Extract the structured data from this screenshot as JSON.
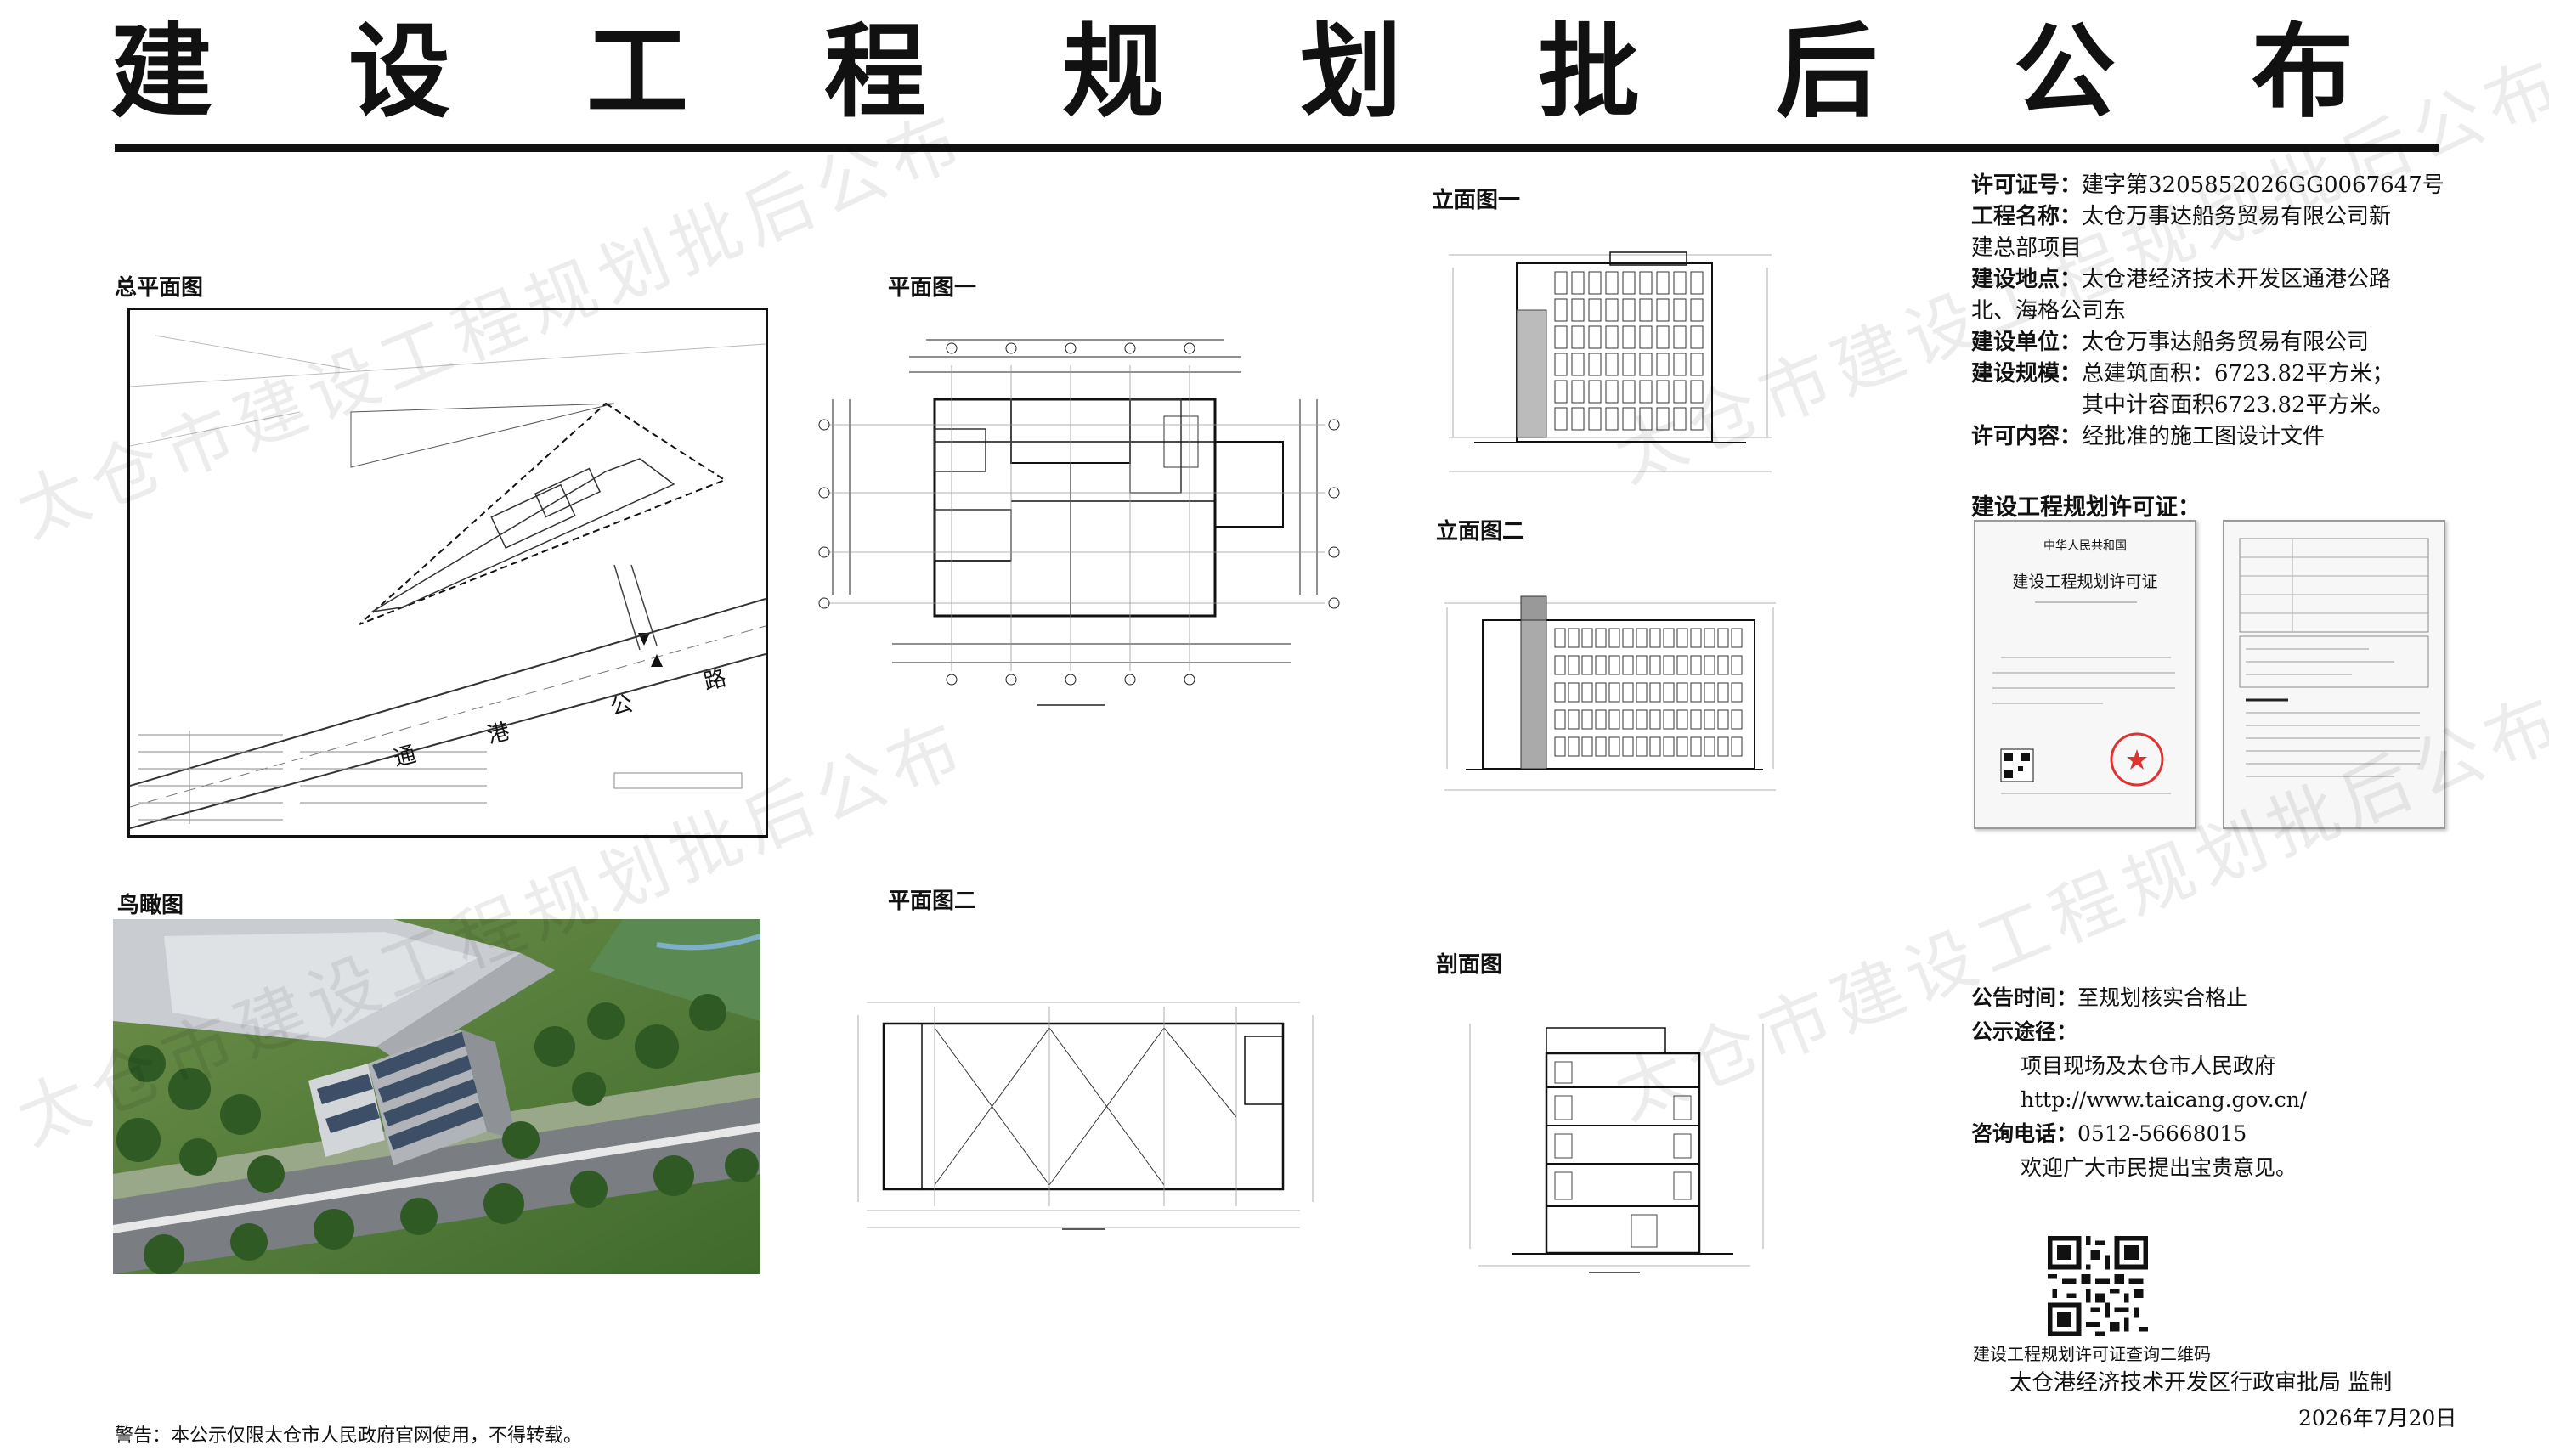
{
  "title_chars": [
    "建",
    "设",
    "工",
    "程",
    "规",
    "划",
    "批",
    "后",
    "公",
    "布"
  ],
  "sections": {
    "site_plan": "总平面图",
    "floor_plan_1": "平面图一",
    "elevation_1": "立面图一",
    "elevation_2": "立面图二",
    "aerial": "鸟瞰图",
    "floor_plan_2": "平面图二",
    "section": "剖面图"
  },
  "site_plan_road": [
    "通",
    "港",
    "公",
    "路"
  ],
  "info": {
    "license_no_label": "许可证号：",
    "license_no": "建字第3205852026GG0067647号",
    "project_label": "工程名称：",
    "project_line1": "太仓万事达船务贸易有限公司新",
    "project_line2": "建总部项目",
    "location_label": "建设地点：",
    "location_line1": "太仓港经济技术开发区通港公路",
    "location_line2": "北、海格公司东",
    "unit_label": "建设单位：",
    "unit": "太仓万事达船务贸易有限公司",
    "scale_label": "建设规模：",
    "scale_line1": "总建筑面积：6723.82平方米；",
    "scale_line2": "其中计容面积6723.82平方米。",
    "content_label": "许可内容：",
    "content": "经批准的施工图设计文件"
  },
  "permit": {
    "heading": "建设工程规划许可证：",
    "card1_line1": "中华人民共和国",
    "card1_line2": "建设工程规划许可证"
  },
  "notice": {
    "time_label": "公告时间：",
    "time": "至规划核实合格止",
    "channel_label": "公示途径：",
    "channel": "项目现场及太仓市人民政府",
    "url": "http://www.taicang.gov.cn/",
    "phone_label": "咨询电话：",
    "phone": "0512-56668015",
    "welcome": "欢迎广大市民提出宝贵意见。"
  },
  "qr_caption": "建设工程规划许可证查询二维码",
  "supervisor": "太仓港经济技术开发区行政审批局 监制",
  "date": "2026年7月20日",
  "warning": "警告：本公示仅限太仓市人民政府官网使用，不得转载。",
  "watermark_text": "太仓市建设工程规划批后公布"
}
